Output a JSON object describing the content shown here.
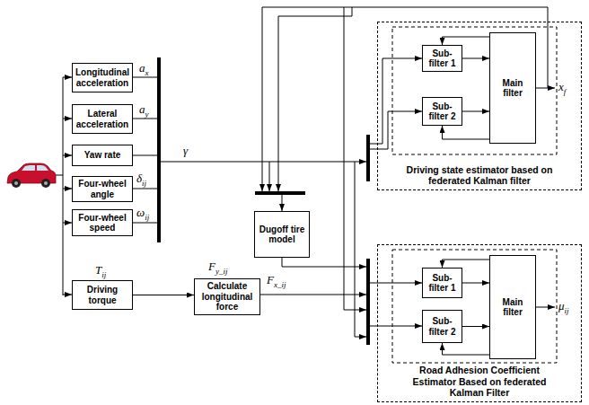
{
  "diagram": {
    "nodes": [
      {
        "text": [
          "Longitudinal acceleration"
        ]
      },
      {
        "text": [
          "Lateral acceleration"
        ]
      },
      {
        "text": [
          "Yaw rate"
        ]
      },
      {
        "text": [
          "Four-wheel angle"
        ]
      },
      {
        "text": [
          "Four-wheel speed"
        ]
      },
      {
        "text": [
          "Driving torque"
        ]
      },
      {
        "text": [
          "Calculate longitudinal force"
        ]
      },
      {
        "text": [
          "Dugoff tire model"
        ]
      },
      {
        "text": [
          "Driving state estimator based on federated Kalman filter"
        ]
      },
      {
        "text": [
          "Sub-filter 1"
        ],
        "in": 8
      },
      {
        "text": [
          "Sub-filter 2"
        ],
        "in": 8
      },
      {
        "text": [
          "Main filter"
        ],
        "in": 8
      },
      {
        "text": [
          "Road Adhesion Coefficient Estimator Based on federated Kalman Filter"
        ]
      },
      {
        "text": [
          "Sub-filter 1"
        ],
        "in": 12
      },
      {
        "text": [
          "Sub-filter 2"
        ],
        "in": 12
      },
      {
        "text": [
          "Main filter"
        ],
        "in": 12
      }
    ],
    "edges": [
      {
        "from": 5,
        "to": 6,
        "arrow": "to"
      },
      {
        "from": 9,
        "to": 11,
        "arrow": "to"
      },
      {
        "from": 10,
        "to": 11,
        "arrow": "to"
      },
      {
        "from": 11,
        "to": 9,
        "arrow": "to"
      },
      {
        "from": 11,
        "to": 10,
        "arrow": "to"
      },
      {
        "from": 13,
        "to": 15,
        "arrow": "to"
      },
      {
        "from": 14,
        "to": 15,
        "arrow": "to"
      },
      {
        "from": 15,
        "to": 13,
        "arrow": "to"
      },
      {
        "from": 15,
        "to": 14,
        "arrow": "to"
      }
    ],
    "labels": [
      "ax",
      "ay",
      "γ",
      "δij",
      "ωij",
      "Tij",
      "Fy_ij",
      "Fx_ij",
      "xf",
      "μij"
    ]
  }
}
